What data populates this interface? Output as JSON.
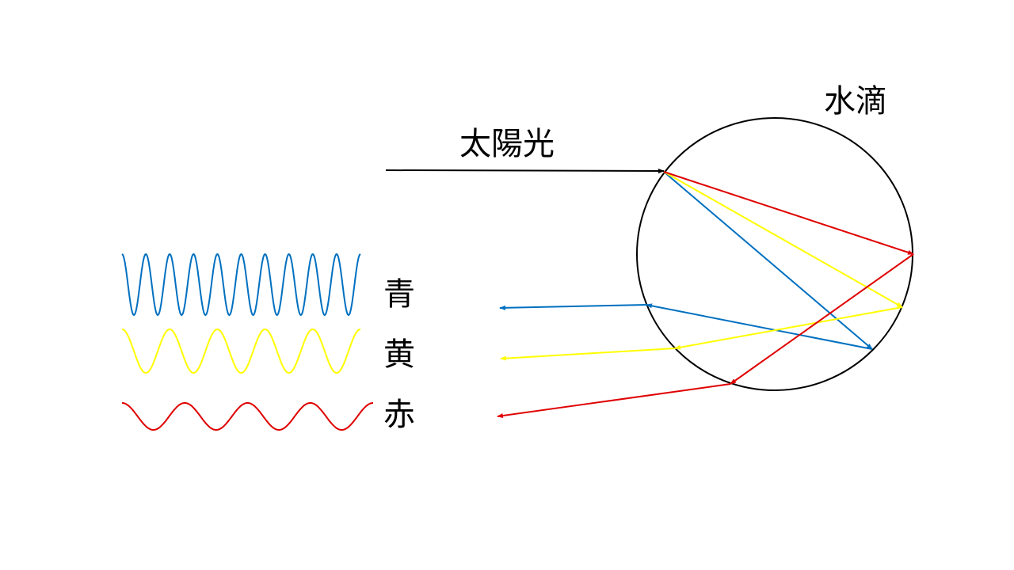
{
  "labels": {
    "water_droplet": "水滴",
    "sunlight": "太陽光",
    "blue": "青",
    "yellow": "黄",
    "red": "赤"
  },
  "colors": {
    "sunlight": "#000000",
    "blue": "#0070c0",
    "yellow": "#ffff00",
    "red": "#e00000",
    "droplet_outline": "#000000"
  },
  "waves": [
    {
      "name": "blue",
      "cycles": 10
    },
    {
      "name": "yellow",
      "cycles": 5
    },
    {
      "name": "red",
      "cycles": 4
    }
  ]
}
